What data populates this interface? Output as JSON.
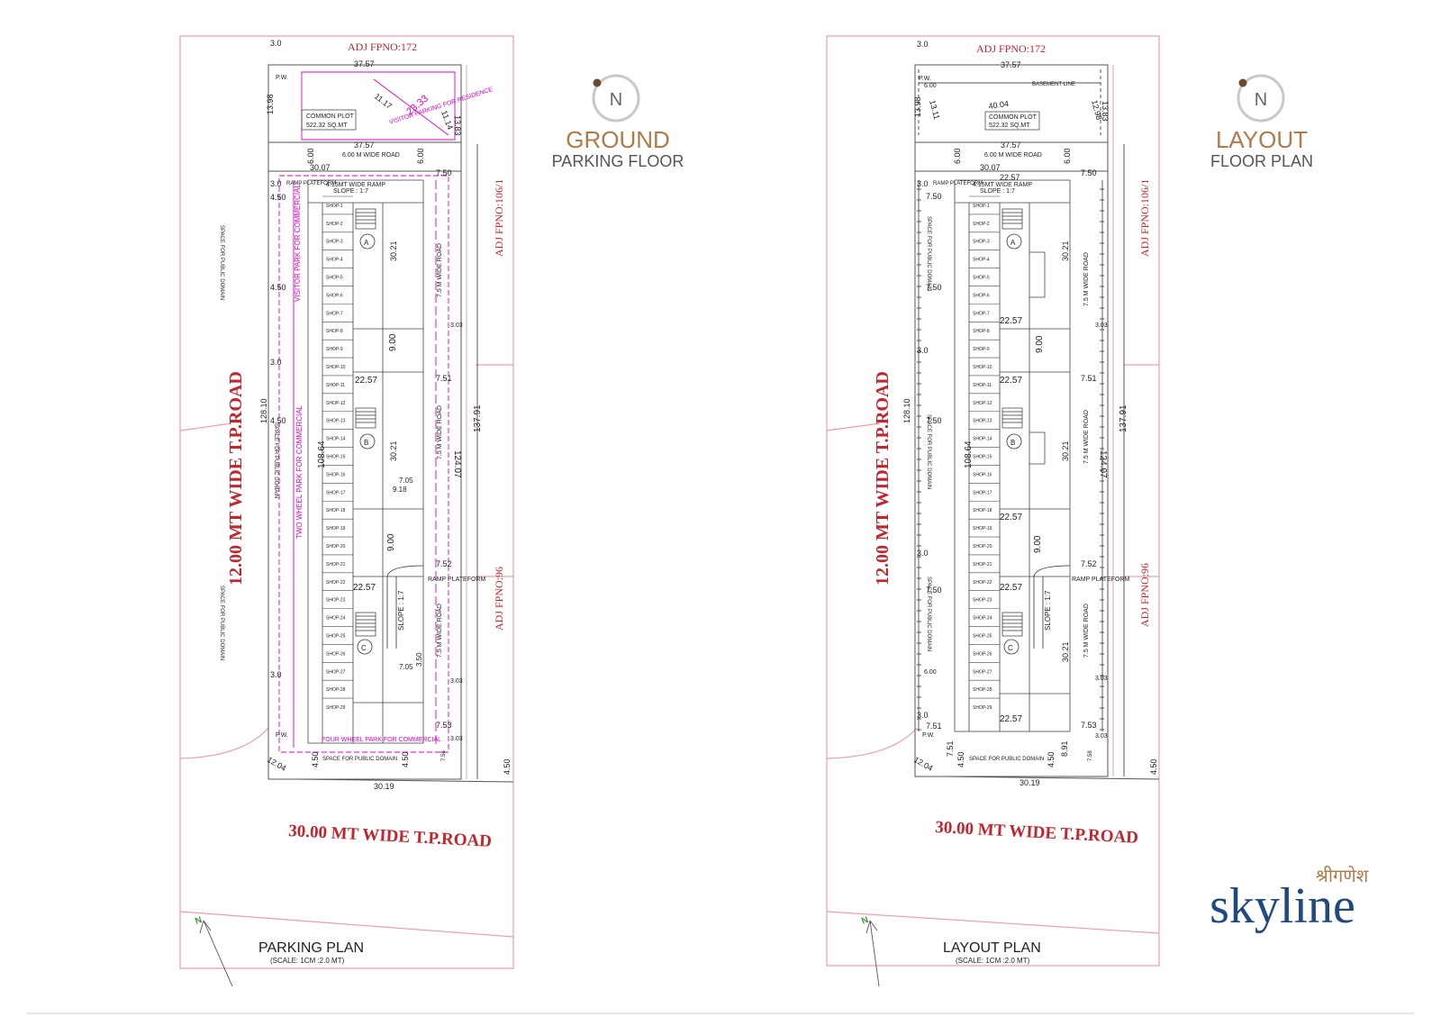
{
  "colors": {
    "plot_boundary": "#e8a0a8",
    "road_label": "#c0262d",
    "magenta": "#e000c8",
    "line_dark": "#555555",
    "brown_title": "#b07a4a",
    "gray_title": "#555555",
    "brand_blue": "#1e4a7e",
    "brand_gold": "#b07a4a"
  },
  "left_plan": {
    "heading_top": "GROUND",
    "heading_bottom": "PARKING FLOOR",
    "compass_letter": "N",
    "caption": "PARKING  PLAN",
    "scale": "(SCALE: 1CM :2.0 MT)",
    "road_vertical": "12.00 MT WIDE T.P.ROAD",
    "road_horizontal": "30.00 MT WIDE T.P.ROAD",
    "adj_top": "ADJ FPNO:172",
    "adj_right_1": "ADJ FPNO:106/1",
    "adj_right_2": "ADJ FPNO:96",
    "common_plot": "COMMON PLOT",
    "common_plot_area": "522.32 SQ.MT",
    "visitor_parking": "VISITOR PARKING FOR RESIDENCE",
    "road_6m": "6.00 M WIDE ROAD",
    "ramp": "4.15MT WIDE RAMP",
    "slope": "SLOPE : 1:7",
    "ramp_platform": "RAMP PLATEFORM",
    "wide_road_75": "7.5 M WIDE ROAD",
    "public_domain": "SPACE FOR PUBLIC DOMAIN",
    "visitor_commercial": "VISITOR PARK FOR COMMERCIAL",
    "two_wheel_commercial": "TWO WHEEL PARK FOR COMMERCIAL",
    "four_wheel_commercial": "FOUR WHEEL PARK FOR COMMERCIAL",
    "pw": "P.W.",
    "block_a": "A",
    "block_b": "B",
    "block_c": "C",
    "dims": {
      "d_3_0": "3.0",
      "d_37_57": "37.57",
      "d_13_98": "13.98",
      "d_11_17": "11.17",
      "d_23_33": "23.33",
      "d_13_83": "13.83",
      "d_11_14": "11.14",
      "d_6_00": "6.00",
      "d_30_07": "30.07",
      "d_7_50": "7.50",
      "d_4_50": "4.50",
      "d_30_21": "30.21",
      "d_3_03": "3.03",
      "d_9_00": "9.00",
      "d_22_57": "22.57",
      "d_7_51": "7.51",
      "d_128_10": "128.10",
      "d_108_64": "108.64",
      "d_7_05": "7.05",
      "d_9_18": "9.18",
      "d_124_07": "124.07",
      "d_137_91": "137.91",
      "d_7_52": "7.52",
      "d_7_53": "7.53",
      "d_3_50": "3.50",
      "d_12_04": "12.04",
      "d_30_19": "30.19",
      "d_7_58": "7.58"
    }
  },
  "right_plan": {
    "heading_top": "LAYOUT",
    "heading_bottom": "FLOOR PLAN",
    "compass_letter": "N",
    "caption": "LAYOUT PLAN",
    "scale": "(SCALE: 1CM :2.0 MT)",
    "road_vertical": "12.00 MT WIDE T.P.ROAD",
    "road_horizontal": "30.00 MT WIDE T.P.ROAD",
    "adj_top": "ADJ FPNO:172",
    "adj_right_1": "ADJ FPNO:106/1",
    "adj_right_2": "ADJ FPNO:96",
    "common_plot": "COMMON PLOT",
    "common_plot_area": "522.32 SQ.MT",
    "basement_line": "BASEMENT LINE",
    "d_40_04": "40.04",
    "d_13_11": "13.11",
    "d_12_98": "12.98",
    "d_8_91": "8.91"
  },
  "brand": {
    "devanagari": "श्रीगणेश",
    "name": "skyline"
  },
  "shops": [
    "SHOP-1",
    "SHOP-2",
    "SHOP-3",
    "SHOP-4",
    "SHOP-5",
    "SHOP-6",
    "SHOP-7",
    "SHOP-8",
    "SHOP-9",
    "SHOP-10",
    "SHOP-11",
    "SHOP-12",
    "SHOP-13",
    "SHOP-14",
    "SHOP-15",
    "SHOP-16",
    "SHOP-17",
    "SHOP-18",
    "SHOP-19",
    "SHOP-20",
    "SHOP-21",
    "SHOP-22",
    "SHOP-23",
    "SHOP-24",
    "SHOP-25",
    "SHOP-26",
    "SHOP-27",
    "SHOP-28",
    "SHOP-29"
  ]
}
